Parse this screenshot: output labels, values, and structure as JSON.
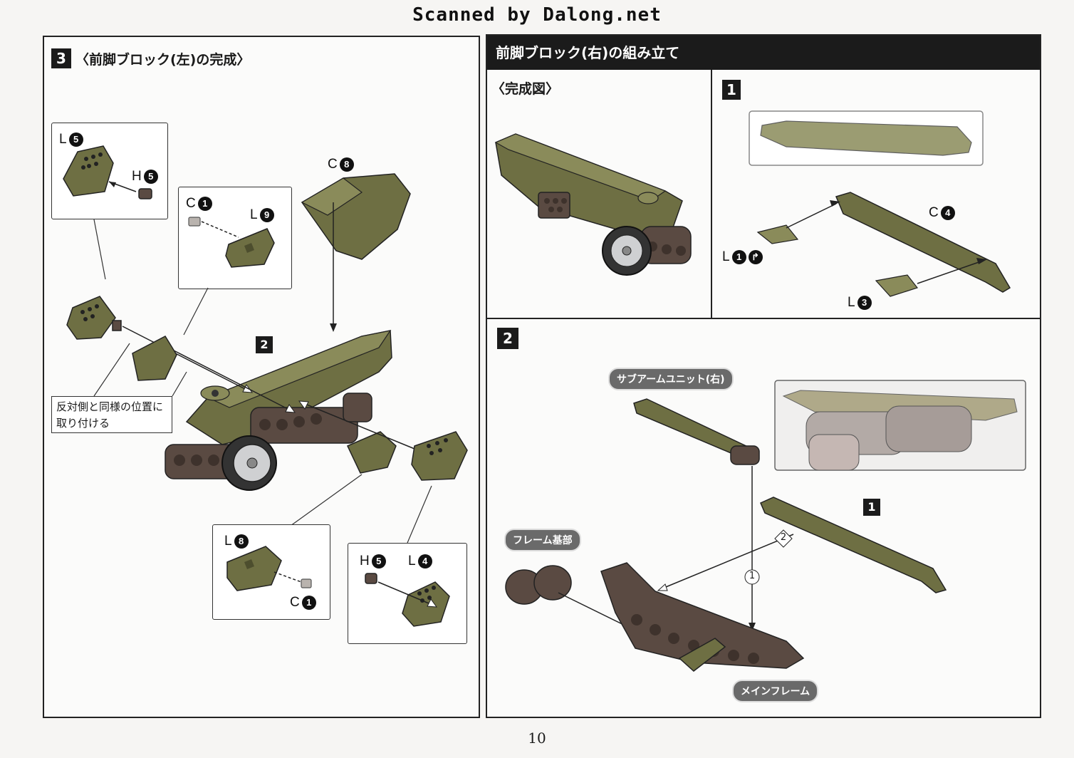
{
  "watermark": "Scanned by Dalong.net",
  "left_section": {
    "step_number": "3",
    "title": "〈前脚ブロック(左)の完成〉",
    "sub_step": "2",
    "note_line1": "反対側と同様の位置に",
    "note_line2": "取り付ける",
    "parts": {
      "l5": {
        "letter": "L",
        "num": "5"
      },
      "h5_top": {
        "letter": "H",
        "num": "5"
      },
      "c1_top": {
        "letter": "C",
        "num": "1"
      },
      "l9": {
        "letter": "L",
        "num": "9"
      },
      "c8": {
        "letter": "C",
        "num": "8"
      },
      "l8": {
        "letter": "L",
        "num": "8"
      },
      "c1_bottom": {
        "letter": "C",
        "num": "1"
      },
      "h5_bottom": {
        "letter": "H",
        "num": "5"
      },
      "l4": {
        "letter": "L",
        "num": "4"
      }
    }
  },
  "right_section": {
    "header": "前脚ブロック(右)の組み立て",
    "complete_label": "〈完成図〉",
    "step1": {
      "number": "1",
      "parts": {
        "c4": {
          "letter": "C",
          "num": "4"
        },
        "l1": {
          "letter": "L",
          "num": "1",
          "extra": "↱"
        },
        "l3": {
          "letter": "L",
          "num": "3"
        }
      }
    },
    "step2": {
      "number": "2",
      "sub_arm_label": "サブアームユニット(右)",
      "frame_base_label": "フレーム基部",
      "main_frame_label": "メインフレーム",
      "ref_step": "1",
      "order_1": "1",
      "order_2": "2"
    }
  },
  "page_number": "10"
}
